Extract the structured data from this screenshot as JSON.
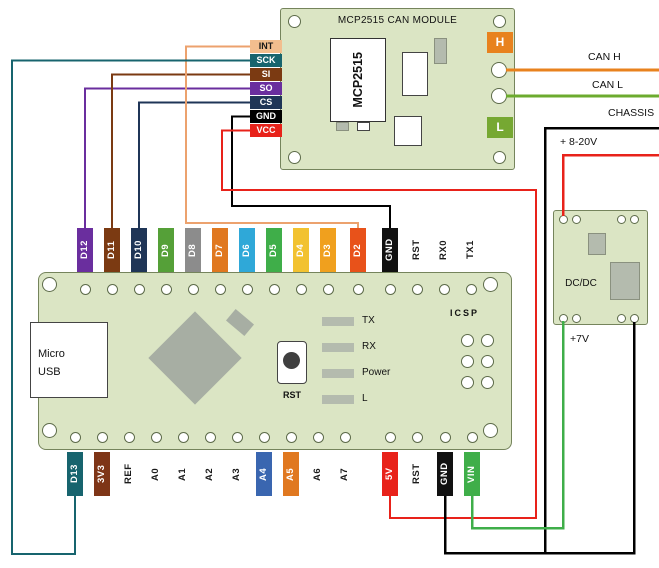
{
  "mcp_module": {
    "title": "MCP2515 CAN MODULE",
    "chip_label": "MCP2515",
    "pins": [
      {
        "label": "INT",
        "bg": "#F2BE8E",
        "fg": "#1a1a1a"
      },
      {
        "label": "SCK",
        "bg": "#17646E",
        "fg": "#ffffff"
      },
      {
        "label": "SI",
        "bg": "#7B3A12",
        "fg": "#ffffff"
      },
      {
        "label": "SO",
        "bg": "#6A2E9E",
        "fg": "#ffffff"
      },
      {
        "label": "CS",
        "bg": "#1F3557",
        "fg": "#ffffff"
      },
      {
        "label": "GND",
        "bg": "#000000",
        "fg": "#ffffff"
      },
      {
        "label": "VCC",
        "bg": "#E8221A",
        "fg": "#ffffff"
      }
    ],
    "terminal_h": {
      "label": "H",
      "bg": "#E8821E"
    },
    "terminal_l": {
      "label": "L",
      "bg": "#76A832"
    }
  },
  "arduino": {
    "usb_label": "Micro USB",
    "reset_label": "RST",
    "icsp_label": "ICSP",
    "indicator_labels": [
      "TX",
      "RX",
      "Power",
      "L"
    ],
    "top_pins": [
      {
        "label": "D12",
        "bg": "#6A2E9E",
        "fg": "#ffffff"
      },
      {
        "label": "D11",
        "bg": "#7B3A12",
        "fg": "#ffffff"
      },
      {
        "label": "D10",
        "bg": "#1F3557",
        "fg": "#ffffff"
      },
      {
        "label": "D9",
        "bg": "#55A038",
        "fg": "#ffffff"
      },
      {
        "label": "D8",
        "bg": "#8C8C8C",
        "fg": "#ffffff"
      },
      {
        "label": "D7",
        "bg": "#E07820",
        "fg": "#ffffff"
      },
      {
        "label": "D6",
        "bg": "#2FA8D8",
        "fg": "#ffffff"
      },
      {
        "label": "D5",
        "bg": "#3FAE49",
        "fg": "#ffffff"
      },
      {
        "label": "D4",
        "bg": "#F2C230",
        "fg": "#ffffff"
      },
      {
        "label": "D3",
        "bg": "#F0A01E",
        "fg": "#ffffff"
      },
      {
        "label": "D2",
        "bg": "#E8521A",
        "fg": "#ffffff"
      },
      {
        "label": "GND",
        "bg": "#111111",
        "fg": "#ffffff"
      },
      {
        "label": "RST",
        "bg": "",
        "fg": "#1a1a1a"
      },
      {
        "label": "RX0",
        "bg": "",
        "fg": "#1a1a1a"
      },
      {
        "label": "TX1",
        "bg": "",
        "fg": "#1a1a1a"
      }
    ],
    "bottom_pins": [
      {
        "label": "D13",
        "bg": "#17646E",
        "fg": "#ffffff"
      },
      {
        "label": "3V3",
        "bg": "#7E3517",
        "fg": "#ffffff"
      },
      {
        "label": "REF",
        "bg": "",
        "fg": "#1a1a1a"
      },
      {
        "label": "A0",
        "bg": "",
        "fg": "#1a1a1a"
      },
      {
        "label": "A1",
        "bg": "",
        "fg": "#1a1a1a"
      },
      {
        "label": "A2",
        "bg": "",
        "fg": "#1a1a1a"
      },
      {
        "label": "A3",
        "bg": "",
        "fg": "#1a1a1a"
      },
      {
        "label": "A4",
        "bg": "#3A66B0",
        "fg": "#ffffff"
      },
      {
        "label": "A5",
        "bg": "#E07820",
        "fg": "#ffffff"
      },
      {
        "label": "A6",
        "bg": "",
        "fg": "#1a1a1a"
      },
      {
        "label": "A7",
        "bg": "",
        "fg": "#1a1a1a"
      },
      {
        "label": "5V",
        "bg": "#E8221A",
        "fg": "#ffffff"
      },
      {
        "label": "RST",
        "bg": "",
        "fg": "#1a1a1a"
      },
      {
        "label": "GND",
        "bg": "#111111",
        "fg": "#ffffff"
      },
      {
        "label": "VIN",
        "bg": "#3FAE49",
        "fg": "#ffffff"
      }
    ]
  },
  "dcdc": {
    "label": "DC/DC"
  },
  "annotations": {
    "can_h": "CAN H",
    "can_l": "CAN L",
    "chassis": "CHASSIS",
    "supply_input": "+ 8-20V",
    "supply_output": "+7V"
  },
  "wires": {
    "int_to_d2": {
      "color": "#ECA26E"
    },
    "sck_to_d13": {
      "color": "#17646E"
    },
    "si_to_d11": {
      "color": "#7B3A12"
    },
    "so_to_d12": {
      "color": "#6A2E9E"
    },
    "cs_to_d10": {
      "color": "#1F3557"
    },
    "gnd_to_gnd": {
      "color": "#000000"
    },
    "vcc_to_5v": {
      "color": "#E8221A"
    },
    "can_h": {
      "color": "#E8821E"
    },
    "can_l": {
      "color": "#6CAB2E"
    },
    "chassis": {
      "color": "#000000"
    },
    "dcdc_gnd": {
      "color": "#000000"
    },
    "supply_in": {
      "color": "#E8221A"
    },
    "supply_out": {
      "color": "#3FAE49"
    }
  }
}
